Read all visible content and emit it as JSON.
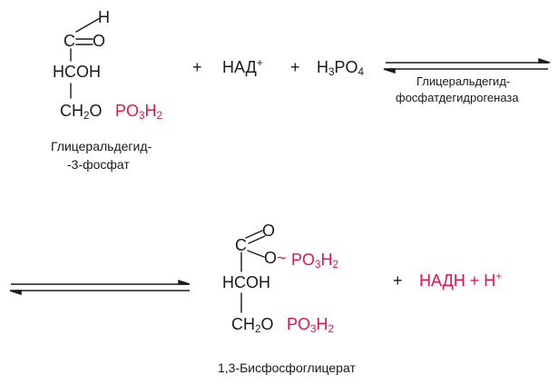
{
  "reactant": {
    "aldehyde_h": "H",
    "aldehyde_c": "C",
    "aldehyde_o": "O",
    "hcoh": "HCOH",
    "ch2o": {
      "ch": "CH",
      "sub2": "2",
      "o": "O"
    },
    "phosphate": {
      "po": "PO",
      "sub3": "3",
      "h": "H",
      "sub2": "2"
    },
    "name_line1": "Глицеральдегид-",
    "name_line2": "-3-фосфат"
  },
  "plus1": "+",
  "nad": {
    "base": "НАД",
    "charge": "+"
  },
  "plus2": "+",
  "h3po4": {
    "h": "H",
    "sub3": "3",
    "po": "PO",
    "sub4": "4"
  },
  "enzyme": {
    "line1": "Глицеральдегид-",
    "line2": "фосфатдегидрогеназа"
  },
  "product": {
    "acyl_c": "C",
    "acyl_o": "O",
    "ester_o": "O",
    "tilde": "~",
    "phosphate1": {
      "po": "PO",
      "sub3": "3",
      "h": "H",
      "sub2": "2"
    },
    "hcoh": "HCOH",
    "ch2o": {
      "ch": "CH",
      "sub2": "2",
      "o": "O"
    },
    "phosphate2": {
      "po": "PO",
      "sub3": "3",
      "h": "H",
      "sub2": "2"
    },
    "name": "1,3-Бисфосфоглицерат"
  },
  "plus3": "+",
  "nadh": {
    "text": "НАДН + Н",
    "charge": "+"
  },
  "colors": {
    "ink": "#1a1a1a",
    "accent": "#e8124f"
  }
}
